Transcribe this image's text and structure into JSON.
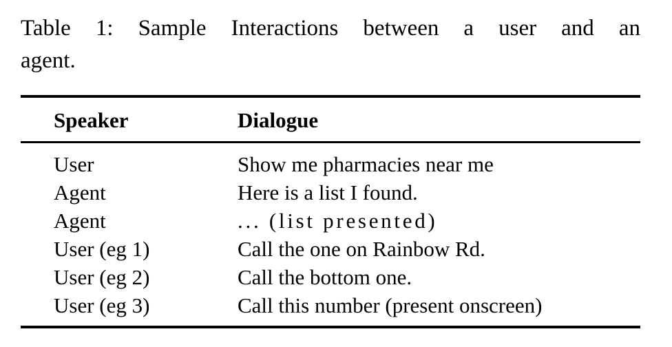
{
  "caption": {
    "label": "Table 1:",
    "text": "Sample Interactions between a user and an agent.",
    "line1": "Table 1:  Sample Interactions between a user and an",
    "line2": "agent."
  },
  "table": {
    "columns": [
      {
        "key": "speaker",
        "header": "Speaker"
      },
      {
        "key": "dialogue",
        "header": "Dialogue"
      }
    ],
    "rows": [
      {
        "speaker": "User",
        "dialogue": "Show me pharmacies near me"
      },
      {
        "speaker": "Agent",
        "dialogue": "Here is a list I found."
      },
      {
        "speaker": "Agent",
        "dialogue": "... (list presented)"
      },
      {
        "speaker": "User (eg 1)",
        "dialogue": "Call the one on Rainbow Rd."
      },
      {
        "speaker": "User (eg 2)",
        "dialogue": "Call the bottom one."
      },
      {
        "speaker": "User (eg 3)",
        "dialogue": "Call this number (present onscreen)"
      }
    ]
  },
  "colors": {
    "background": "#ffffff",
    "text": "#000000",
    "rule": "#000000"
  }
}
